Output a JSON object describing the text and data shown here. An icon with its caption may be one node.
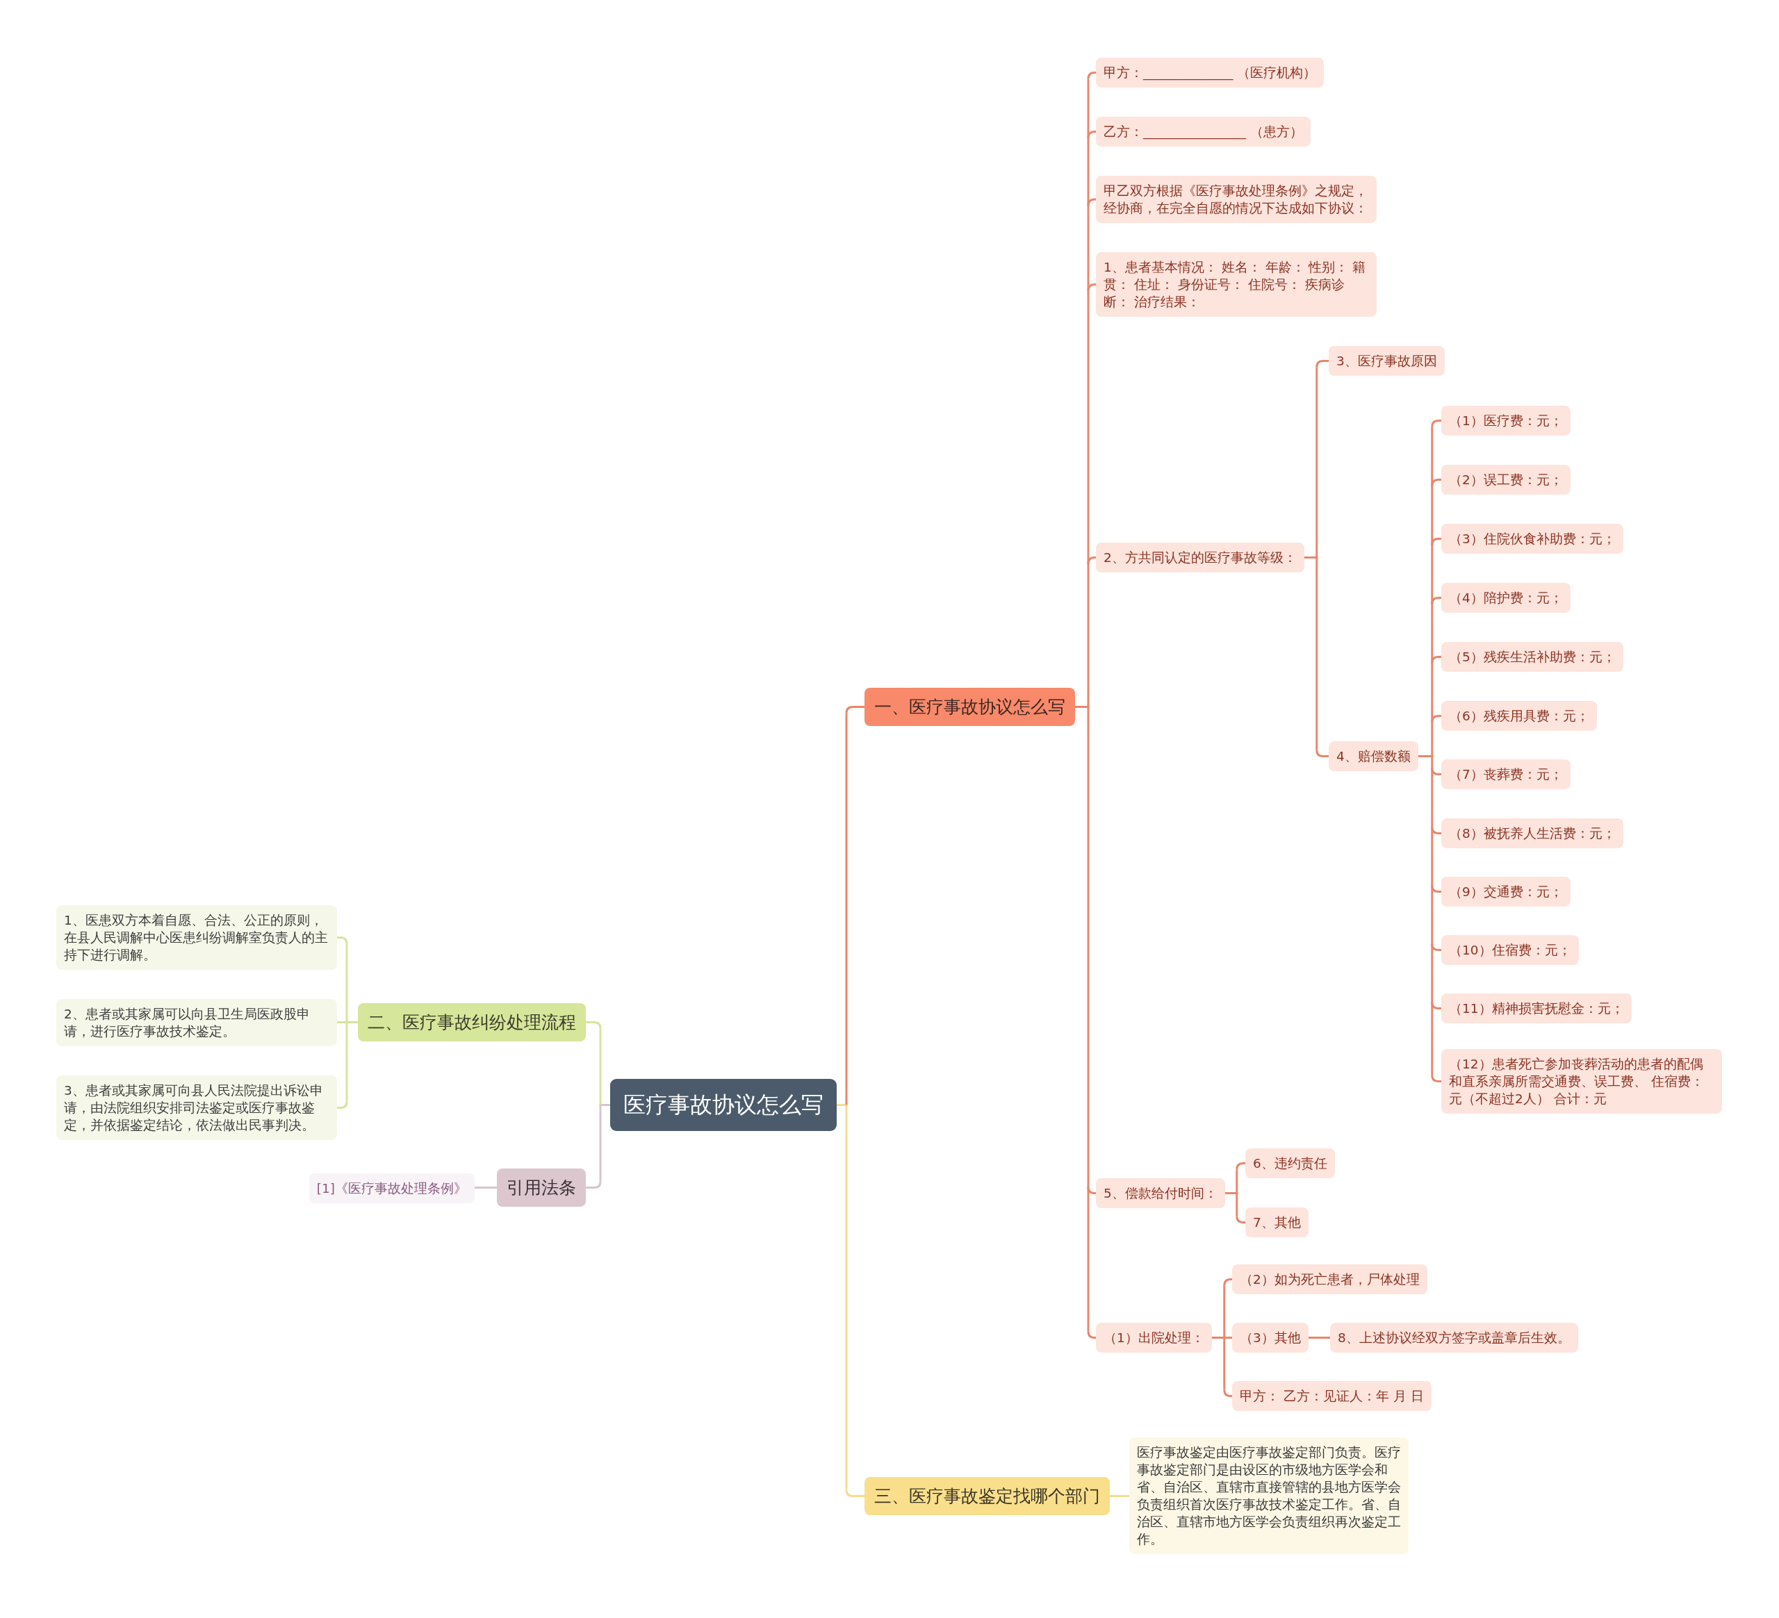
{
  "diagram": {
    "nodes": [
      {
        "text": [
          "医疗事故协议怎么写"
        ]
      },
      {
        "text": [
          "一、医疗事故协议怎么写"
        ]
      },
      {
        "text": [
          "甲方：______________ （医疗机构）"
        ]
      },
      {
        "text": [
          "乙方：________________ （患方）"
        ]
      },
      {
        "text": [
          "甲乙双方根据《医疗事故处理条例》之规定，经协商，在完全自愿的情况下达成如下协议："
        ]
      },
      {
        "text": [
          "1、患者基本情况： 姓名： 年龄： 性别： 籍贯： 住址： 身份证号： 住院号： 疾病诊断： 治疗结果："
        ]
      },
      {
        "text": [
          "2、方共同认定的医疗事故等级："
        ]
      },
      {
        "text": [
          "3、医疗事故原因"
        ]
      },
      {
        "text": [
          "4、赔偿数额"
        ]
      },
      {
        "text": [
          "（1）医疗费：元；"
        ]
      },
      {
        "text": [
          "（2）误工费：元；"
        ]
      },
      {
        "text": [
          "（3）住院伙食补助费：元；"
        ]
      },
      {
        "text": [
          "（4）陪护费：元；"
        ]
      },
      {
        "text": [
          "（5）残疾生活补助费：元；"
        ]
      },
      {
        "text": [
          "（6）残疾用具费：元；"
        ]
      },
      {
        "text": [
          "（7）丧葬费：元；"
        ]
      },
      {
        "text": [
          "（8）被抚养人生活费：元；"
        ]
      },
      {
        "text": [
          "（9）交通费：元；"
        ]
      },
      {
        "text": [
          "（10）住宿费：元；"
        ]
      },
      {
        "text": [
          "（11）精神损害抚慰金：元；"
        ]
      },
      {
        "text": [
          "（12）患者死亡参加丧葬活动的患者的配偶和直系亲属所需交通费、误工费、 住宿费：元（不超过2人） 合计：元"
        ]
      },
      {
        "text": [
          "5、偿款给付时间："
        ]
      },
      {
        "text": [
          "6、违约责任"
        ]
      },
      {
        "text": [
          "7、其他"
        ]
      },
      {
        "text": [
          "（1）出院处理："
        ]
      },
      {
        "text": [
          "（2）如为死亡患者，尸体处理"
        ]
      },
      {
        "text": [
          "（3）其他"
        ]
      },
      {
        "text": [
          "8、上述协议经双方签字或盖章后生效。"
        ]
      },
      {
        "text": [
          "甲方： 乙方：见证人：年 月 日"
        ]
      },
      {
        "text": [
          "二、医疗事故纠纷处理流程"
        ]
      },
      {
        "text": [
          "1、医患双方本着自愿、合法、公正的原则，在县人民调解中心医患纠纷调解室负责人的主持下进行调解。"
        ]
      },
      {
        "text": [
          "2、患者或其家属可以向县卫生局医政股申请，进行医疗事故技术鉴定。"
        ]
      },
      {
        "text": [
          "3、患者或其家属可向县人民法院提出诉讼申请，由法院组织安排司法鉴定或医疗事故鉴定，并依据鉴定结论，依法做出民事判决。"
        ]
      },
      {
        "text": [
          "引用法条"
        ]
      },
      {
        "text": [
          "[1]《医疗事故处理条例》"
        ]
      },
      {
        "text": [
          "三、医疗事故鉴定找哪个部门"
        ]
      },
      {
        "text": [
          "医疗事故鉴定由医疗事故鉴定部门负责。医疗事故鉴定部门是由设区的市级地方医学会和省、自治区、直辖市直接管辖的县地方医学会负责组织首次医疗事故技术鉴定工作。省、自治区、直辖市地方医学会负责组织再次鉴定工作。"
        ]
      }
    ],
    "edges": [
      {
        "from": 0,
        "to": 1,
        "arrow": "none"
      },
      {
        "from": 1,
        "to": 2,
        "arrow": "none"
      },
      {
        "from": 1,
        "to": 3,
        "arrow": "none"
      },
      {
        "from": 1,
        "to": 4,
        "arrow": "none"
      },
      {
        "from": 1,
        "to": 5,
        "arrow": "none"
      },
      {
        "from": 1,
        "to": 6,
        "arrow": "none"
      },
      {
        "from": 6,
        "to": 7,
        "arrow": "none"
      },
      {
        "from": 6,
        "to": 8,
        "arrow": "none"
      },
      {
        "from": 8,
        "to": 9,
        "arrow": "none"
      },
      {
        "from": 8,
        "to": 10,
        "arrow": "none"
      },
      {
        "from": 8,
        "to": 11,
        "arrow": "none"
      },
      {
        "from": 8,
        "to": 12,
        "arrow": "none"
      },
      {
        "from": 8,
        "to": 13,
        "arrow": "none"
      },
      {
        "from": 8,
        "to": 14,
        "arrow": "none"
      },
      {
        "from": 8,
        "to": 15,
        "arrow": "none"
      },
      {
        "from": 8,
        "to": 16,
        "arrow": "none"
      },
      {
        "from": 8,
        "to": 17,
        "arrow": "none"
      },
      {
        "from": 8,
        "to": 18,
        "arrow": "none"
      },
      {
        "from": 8,
        "to": 19,
        "arrow": "none"
      },
      {
        "from": 8,
        "to": 20,
        "arrow": "none"
      },
      {
        "from": 1,
        "to": 21,
        "arrow": "none"
      },
      {
        "from": 21,
        "to": 22,
        "arrow": "none"
      },
      {
        "from": 21,
        "to": 23,
        "arrow": "none"
      },
      {
        "from": 1,
        "to": 24,
        "arrow": "none"
      },
      {
        "from": 24,
        "to": 25,
        "arrow": "none"
      },
      {
        "from": 24,
        "to": 26,
        "arrow": "none"
      },
      {
        "from": 26,
        "to": 27,
        "arrow": "none"
      },
      {
        "from": 24,
        "to": 28,
        "arrow": "none"
      },
      {
        "from": 0,
        "to": 29,
        "arrow": "none",
        "color": "#d6e49c"
      },
      {
        "from": 29,
        "to": 30,
        "arrow": "none",
        "color": "#d6e49c"
      },
      {
        "from": 29,
        "to": 31,
        "arrow": "none",
        "color": "#d6e49c"
      },
      {
        "from": 29,
        "to": 32,
        "arrow": "none",
        "color": "#d6e49c"
      },
      {
        "from": 0,
        "to": 33,
        "arrow": "none",
        "color": "#d8c4cc"
      },
      {
        "from": 33,
        "to": 34,
        "arrow": "none",
        "color": "#d8c4cc"
      },
      {
        "from": 0,
        "to": 35,
        "arrow": "none",
        "color": "#f4dd92"
      },
      {
        "from": 35,
        "to": 36,
        "arrow": "none",
        "color": "#f4dd92"
      }
    ]
  }
}
